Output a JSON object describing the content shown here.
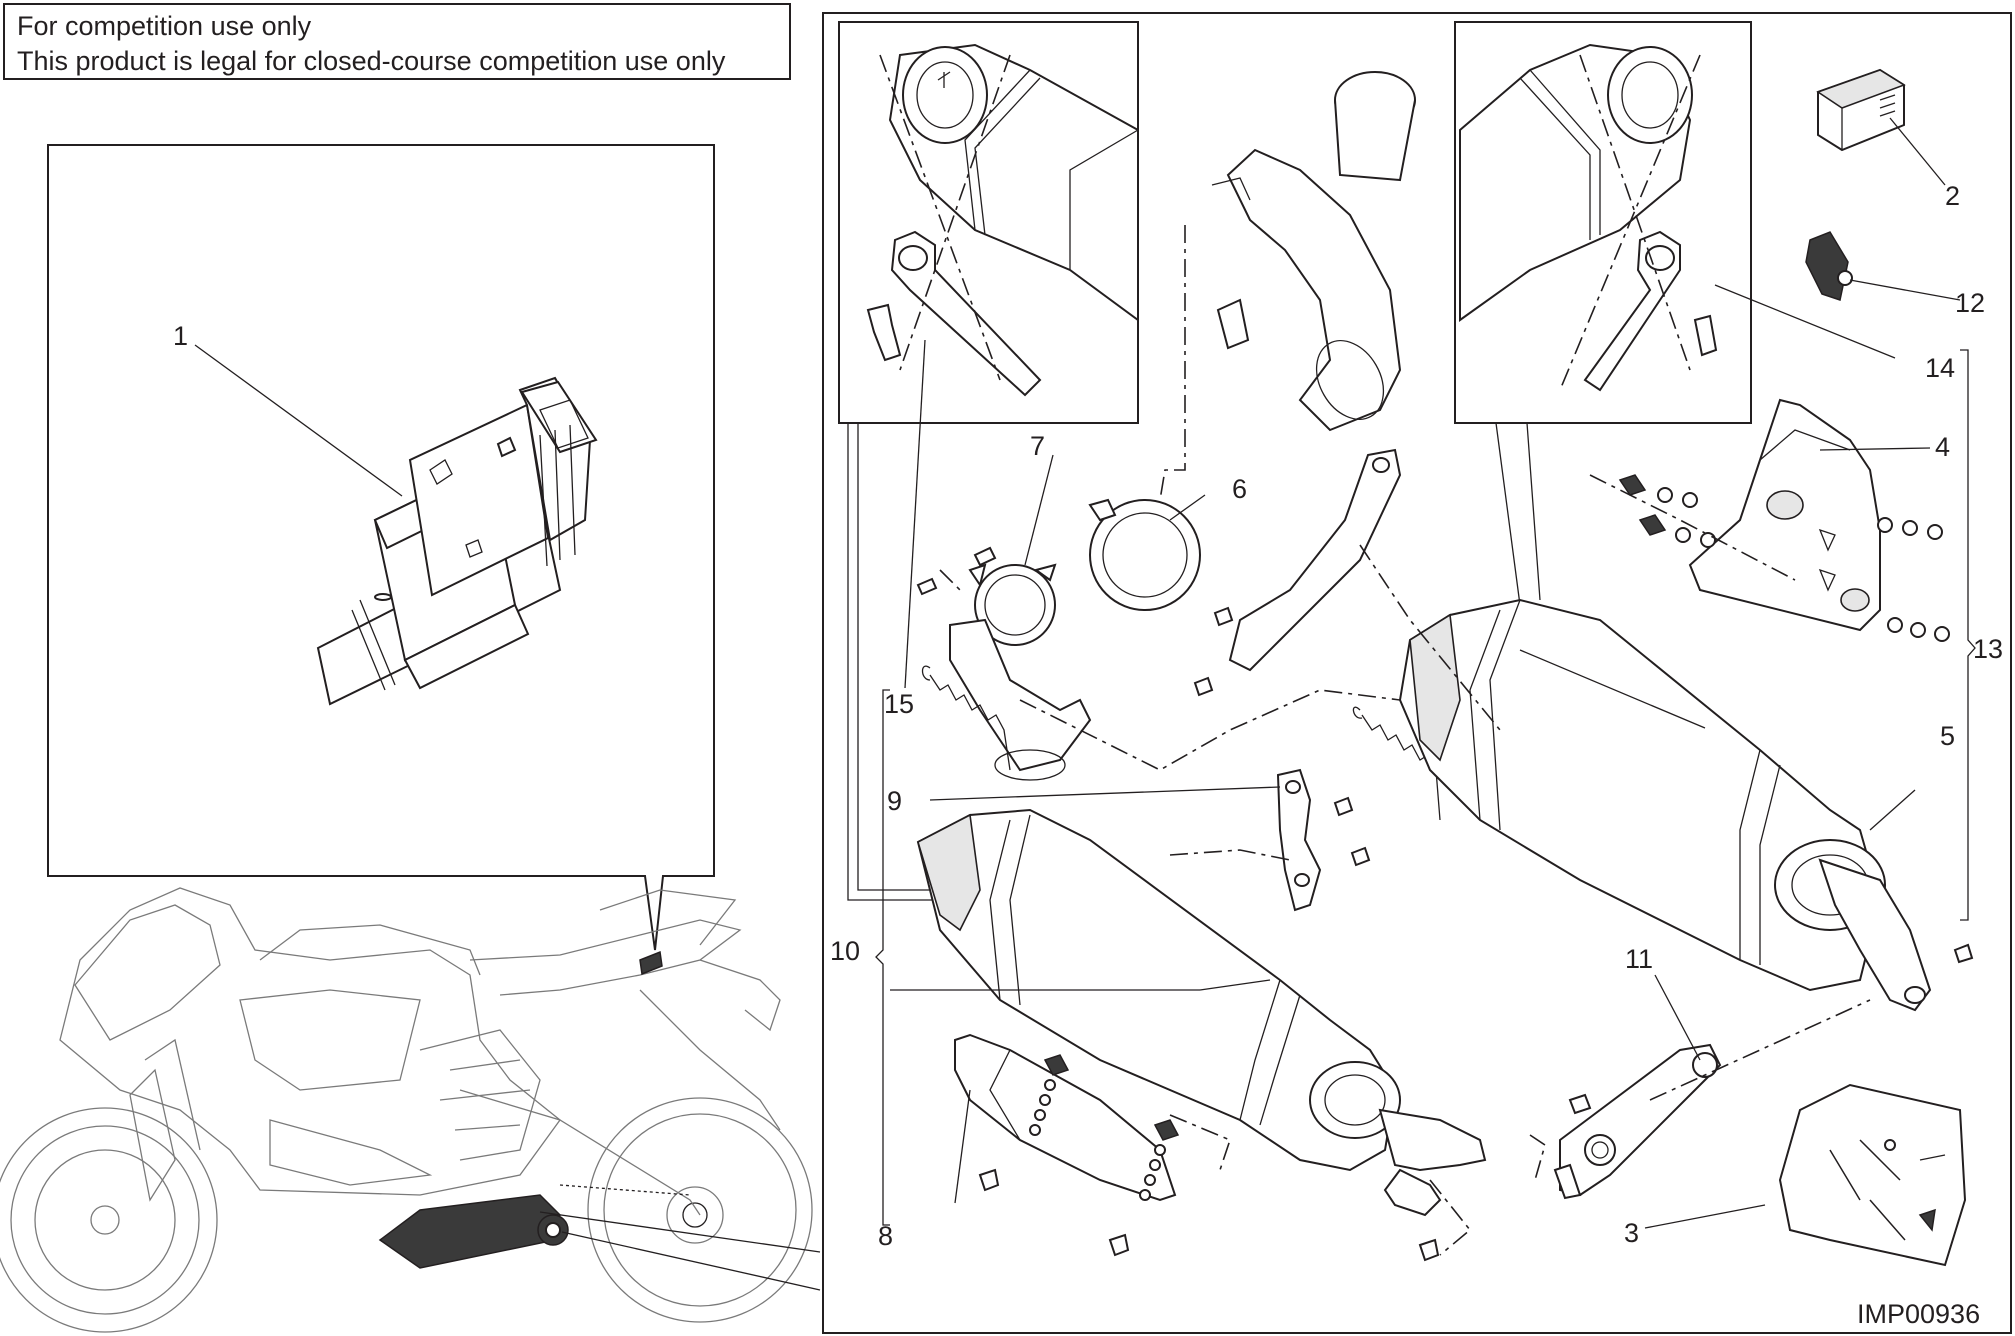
{
  "notice": {
    "line1": "For competition use only",
    "line2": "This product is legal for closed-course competition use only"
  },
  "figure_code": "IMP00936",
  "callouts": [
    "1",
    "2",
    "3",
    "4",
    "5",
    "6",
    "7",
    "8",
    "9",
    "10",
    "11",
    "12",
    "13",
    "14",
    "15"
  ]
}
